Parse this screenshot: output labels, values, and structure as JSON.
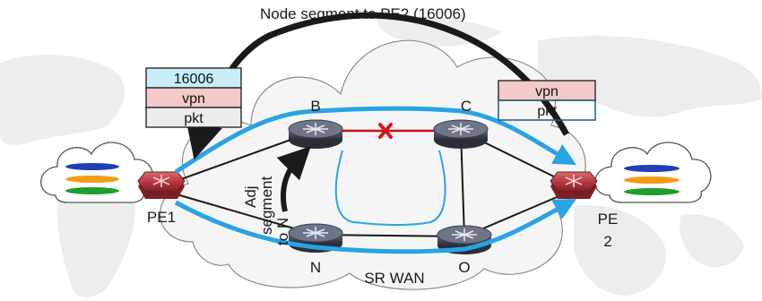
{
  "title": "Node segment to PE2 (16006)",
  "cloud_label": "SR WAN",
  "nodes": {
    "b": "B",
    "c": "C",
    "n": "N",
    "o": "O",
    "pe1": "PE1",
    "pe2_line1": "PE",
    "pe2_line2": "2"
  },
  "left_stack": [
    "16006",
    "vpn",
    "pkt"
  ],
  "right_stack": [
    "vpn",
    "pkt"
  ],
  "adj_label": [
    "Adj",
    "segment",
    "to N"
  ],
  "colors": {
    "path_blue": "#29a3e6",
    "link_fail": "#c0101a",
    "sid_fill": "#c9edf7",
    "vpn_fill": "#f4c9c9",
    "pkt_fill": "#ececec",
    "pe_router": "#b3343c",
    "core_router": "#4a4f60"
  }
}
